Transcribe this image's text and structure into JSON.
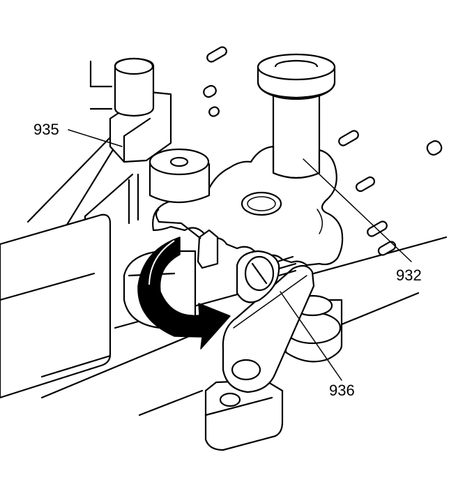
{
  "diagram": {
    "callouts": [
      {
        "id": "935",
        "label": "935"
      },
      {
        "id": "932",
        "label": "932"
      },
      {
        "id": "936",
        "label": "936"
      }
    ],
    "colors": {
      "line": "#000000",
      "background": "#ffffff",
      "arrow": "#000000"
    },
    "icons": {
      "rotation_arrow": "curved-rotation-arrow-icon"
    }
  }
}
